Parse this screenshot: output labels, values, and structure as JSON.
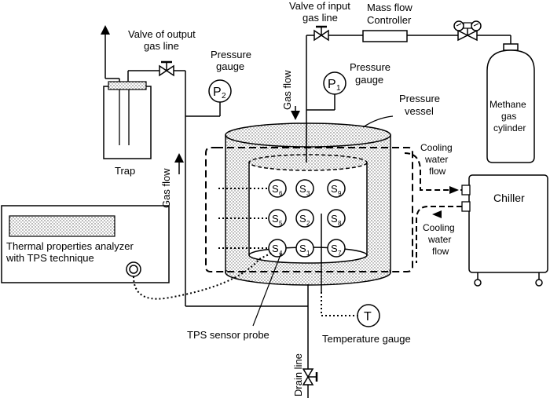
{
  "labels": {
    "valve_output_1": "Valve of output",
    "valve_output_2": "gas line",
    "pressure_gauge_left_1": "Pressure",
    "pressure_gauge_left_2": "gauge",
    "valve_input_1": "Valve of input",
    "valve_input_2": "gas line",
    "mfc_1": "Mass flow",
    "mfc_2": "Controller",
    "pressure_gauge_right_1": "Pressure",
    "pressure_gauge_right_2": "gauge",
    "gas_flow_down": "Gas flow",
    "gas_flow_up": "Gas flow",
    "pressure_vessel_1": "Pressure",
    "pressure_vessel_2": "vessel",
    "methane_1": "Methane",
    "methane_2": "gas",
    "methane_3": "cylinder",
    "trap": "Trap",
    "cooling_out_1": "Cooling",
    "cooling_out_2": "water",
    "cooling_out_3": "flow",
    "cooling_in_1": "Cooling",
    "cooling_in_2": "water",
    "cooling_in_3": "flow",
    "chiller": "Chiller",
    "analyzer_1": "Thermal properties analyzer",
    "analyzer_2": "with TPS technique",
    "tps_probe": "TPS sensor probe",
    "temperature_gauge": "Temperature gauge",
    "drain_line": "Drain line"
  },
  "gauges": {
    "p2_main": "P",
    "p2_sub": "2",
    "p1_main": "P",
    "p1_sub": "1",
    "t": "T"
  },
  "sensors": {
    "s6": "6",
    "s3": "3",
    "s9": "9",
    "s5": "5",
    "s2": "2",
    "s8": "8",
    "s4": "4",
    "s1": "1",
    "s7": "7",
    "prefix": "S"
  }
}
